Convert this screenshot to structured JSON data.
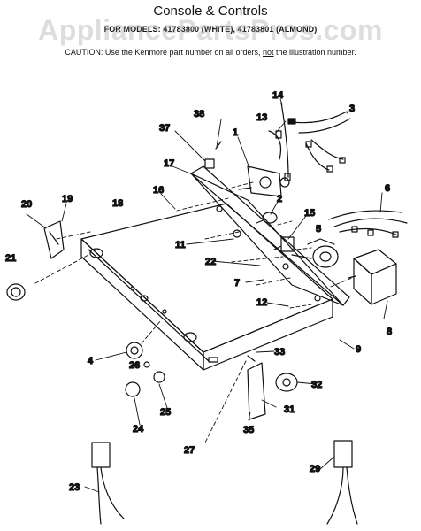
{
  "title": "Console & Controls",
  "models_line": "FOR MODELS: 41783800 (WHITE), 41783801 (ALMOND)",
  "caution": {
    "prefix": "CAUTION:  Use the Kenmore part number on all orders, ",
    "emphasis": "not",
    "suffix": " the illustration number."
  },
  "watermark": "AppliancePartsPros.com",
  "part_labels": [
    "1",
    "2",
    "3",
    "4",
    "5",
    "6",
    "7",
    "8",
    "9",
    "11",
    "12",
    "13",
    "14",
    "15",
    "16",
    "17",
    "18",
    "19",
    "20",
    "21",
    "22",
    "23",
    "24",
    "25",
    "26",
    "27",
    "29",
    "31",
    "32",
    "33",
    "35",
    "37",
    "38"
  ]
}
